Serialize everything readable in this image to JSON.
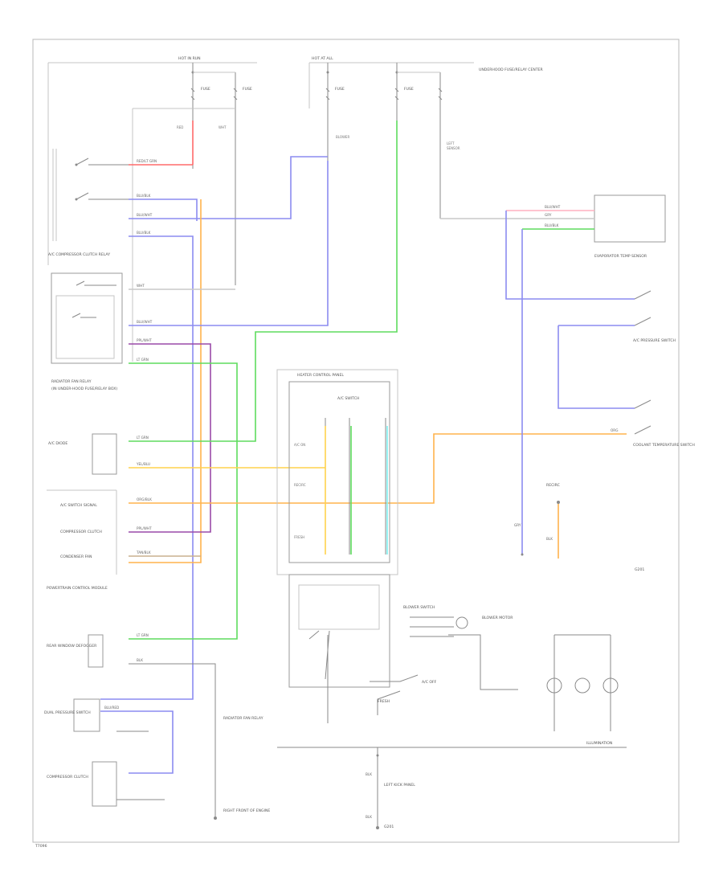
{
  "footer_code": "T7096",
  "colors": {
    "red": "#ff6b6b",
    "gray": "#c8c8c8",
    "blue": "#8c8cf0",
    "green": "#5edc5e",
    "orange": "#ffb34d",
    "purple": "#9a4aa8",
    "cyan": "#7ff2f2",
    "yellow": "#ffd24d",
    "tan": "#c9b08f",
    "pink": "#ffb0c0"
  },
  "fuse_labels": {
    "hot_run_left": "HOT IN RUN",
    "hot_run_right": "HOT AT ALL",
    "fuse_a": "FUSE",
    "fuse_b": "FUSE",
    "fuse_c": "FUSE",
    "fuse_d": "FUSE",
    "underhood": "UNDERHOOD FUSE/RELAY CENTER"
  },
  "wire_codes": {
    "red_1": "RED/LT GRN",
    "blu_1": "BLU/BLK",
    "blu_2": "BLU/WHT",
    "blu_3": "BLU/BLK",
    "wht_1": "WHT",
    "blu_4": "BLU/WHT",
    "pur_1": "PPL/WHT",
    "grn_1": "LT GRN",
    "grn_2": "LT GRN",
    "yel_1": "YEL/BLU",
    "org_1": "ORG/BLK",
    "org_2": "ORG",
    "pur_2": "PPL/WHT",
    "tan_1": "TAN/BLK",
    "grn_3": "LT GRN",
    "blk_1": "BLK",
    "blu_5": "BLU/RED",
    "blu_6": "BLU/WHT",
    "blu_7": "BLU/BLK",
    "blk_2": "BLK",
    "blk_3": "BLK",
    "gry_1": "GRY",
    "gry_2": "GRY",
    "org_3": "ORG",
    "blk_4": "BLK",
    "blk_5": "BLK"
  },
  "components": {
    "ac_relay": "A/C COMPRESSOR CLUTCH RELAY",
    "radiator_relay": "RADIATOR FAN RELAY",
    "underhood_note": "(IN UNDER-HOOD FUSE/RELAY BOX)",
    "ac_diode": "A/C DIODE",
    "pcm": "POWERTRAIN CONTROL MODULE",
    "ac_switch_signal": "A/C SWITCH SIGNAL",
    "compressor_clutch": "COMPRESSOR CLUTCH",
    "condenser_fan": "CONDENSER FAN",
    "radiator_fan_relay": "RADIATOR FAN RELAY",
    "heater_control": "HEATER CONTROL PANEL",
    "ac_switch": "A/C SWITCH",
    "blower_switch": "BLOWER SWITCH",
    "ac_pressure_switch": "A/C PRESSURE SWITCH",
    "dual_pressure": "DUAL PRESSURE SWITCH",
    "coolant_temp": "COOLANT TEMPERATURE SWITCH",
    "evaporator": "EVAPORATOR TEMP SENSOR",
    "illumination": "ILLUMINATION",
    "left_ground": "LEFT KICK PANEL",
    "right_ground": "RIGHT FRONT OF ENGINE",
    "ground_g": "G201",
    "blower_motor": "BLOWER MOTOR",
    "ac_off": "A/C OFF",
    "recirc": "RECIRC",
    "fresh": "FRESH",
    "rear_window": "REAR WINDOW DEFOGGER"
  }
}
